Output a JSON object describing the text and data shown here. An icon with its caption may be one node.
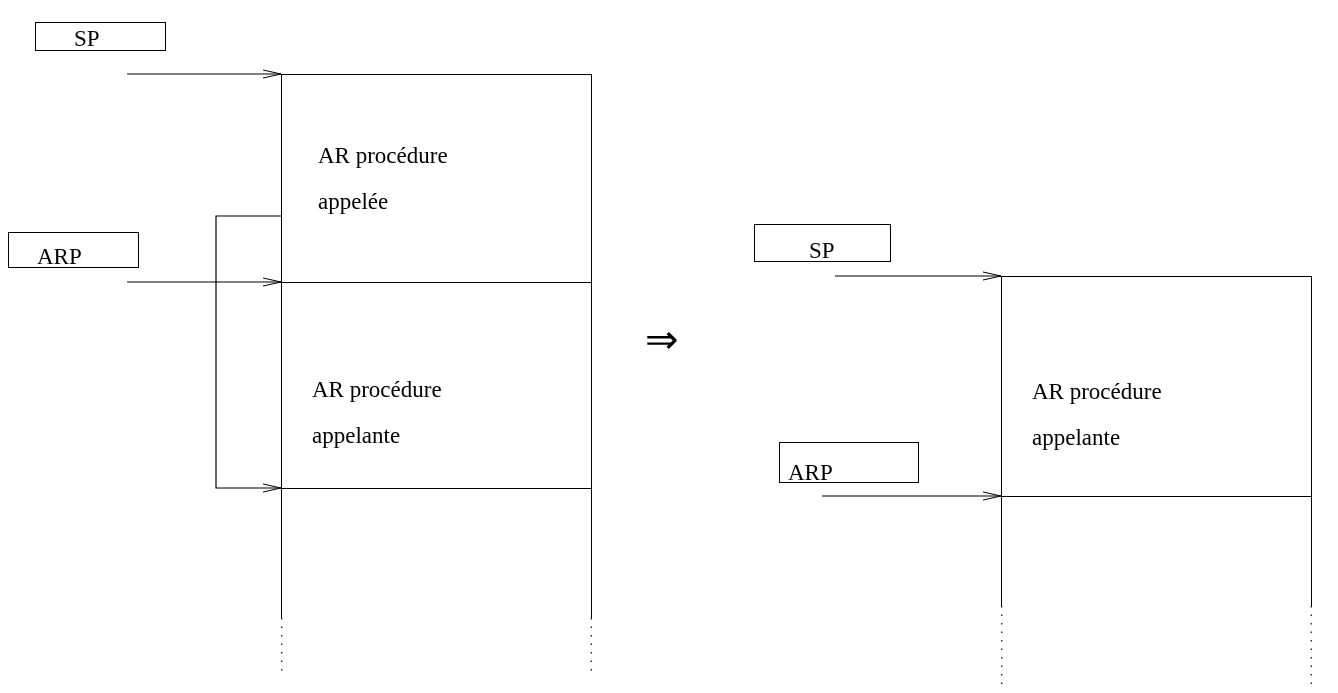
{
  "diagram": {
    "nodes": [
      {
        "text": [
          "SP"
        ]
      },
      {
        "text": [
          "AR procédure appelée"
        ]
      },
      {
        "text": [
          "ARP"
        ]
      },
      {
        "text": [
          "AR procédure appelante"
        ]
      },
      {
        "text": [],
        "shape": "box"
      },
      {
        "text": [
          "SP"
        ]
      },
      {
        "text": [
          "AR procédure appelante"
        ]
      },
      {
        "text": [
          "ARP"
        ]
      },
      {
        "text": [],
        "shape": "box"
      }
    ],
    "edges": [
      {
        "from": 0,
        "to": 1,
        "arrow": "to"
      },
      {
        "from": 2,
        "to": 3,
        "arrow": "to"
      },
      {
        "from": 1,
        "to": 4,
        "arrow": "to"
      },
      {
        "from": 5,
        "to": 6,
        "arrow": "to"
      },
      {
        "from": 7,
        "to": 8,
        "arrow": "to"
      }
    ],
    "labels": [
      "⇒"
    ]
  }
}
